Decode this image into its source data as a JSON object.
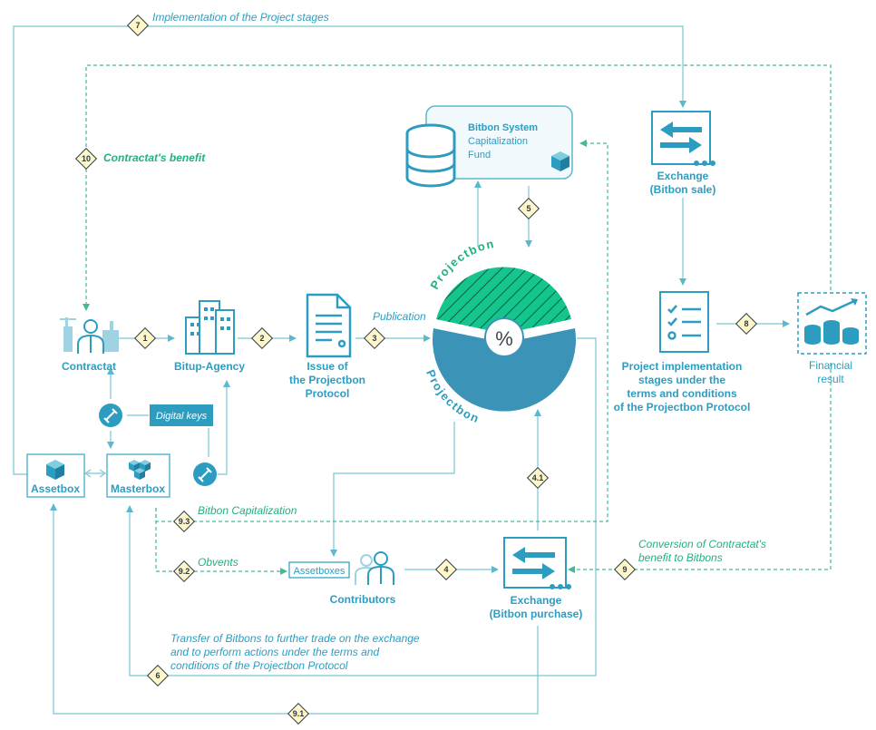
{
  "steps": {
    "s1": "1",
    "s2": "2",
    "s3": "3",
    "s4": "4",
    "s4_1": "4.1",
    "s5": "5",
    "s6": "6",
    "s7": "7",
    "s8": "8",
    "s9": "9",
    "s9_1": "9.1",
    "s9_2": "9.2",
    "s9_3": "9.3",
    "s10": "10"
  },
  "nodes": {
    "contractat": "Contractat",
    "bitup_agency": "Bitup-Agency",
    "issue_line1": "Issue of",
    "issue_line2": "the Projectbon",
    "issue_line3": "Protocol",
    "fund_line1": "Bitbon System",
    "fund_line2": "Capitalization",
    "fund_line3": "Fund",
    "exchange_sale_line1": "Exchange",
    "exchange_sale_line2": "(Bitbon sale)",
    "stages_line1": "Project implementation",
    "stages_line2": "stages under the",
    "stages_line3": "terms and conditions",
    "stages_line4": "of the Projectbon Protocol",
    "financial_line1": "Financial",
    "financial_line2": "result",
    "digital_keys": "Digital keys",
    "assetbox": "Assetbox",
    "masterbox": "Masterbox",
    "assetboxes": "Assetboxes",
    "contributors": "Contributors",
    "exchange_purchase_line1": "Exchange",
    "exchange_purchase_line2": "(Bitbon purchase)",
    "projectbon_top": "Projectbon",
    "projectbon_bottom": "Projectbon",
    "percent": "%"
  },
  "labels": {
    "implementation": "Implementation of the Project stages",
    "contractat_benefit": "Contractat's benefit",
    "publication": "Publication",
    "bitbon_capitalization": "Bitbon Capitalization",
    "obvents": "Obvents",
    "conversion_line1": "Conversion of Contractat's",
    "conversion_line2": "benefit to Bitbons",
    "transfer_line1": "Transfer of Bitbons to further trade on the exchange",
    "transfer_line2": "and to perform actions under the terms and",
    "transfer_line3": "conditions of the Projectbon Protocol"
  },
  "colors": {
    "primary": "#2c9dc1",
    "accent_green": "#23b07d",
    "pie_blue": "#3b93b8",
    "pie_green": "#14c58e",
    "diamond_fill": "#fff6c9",
    "diamond_stroke": "#2b3a44",
    "line": "#79c6d4",
    "dashed_line": "#46b996"
  },
  "icons": {
    "contractat": "person-with-buildings-icon",
    "bitup_agency": "office-buildings-icon",
    "issue": "document-icon",
    "fund": "database-icon",
    "exchange": "exchange-arrows-icon",
    "stages": "checklist-icon",
    "financial": "coins-chart-icon",
    "keys": "key-icon",
    "box": "cube-icon",
    "contributors": "people-icon"
  }
}
